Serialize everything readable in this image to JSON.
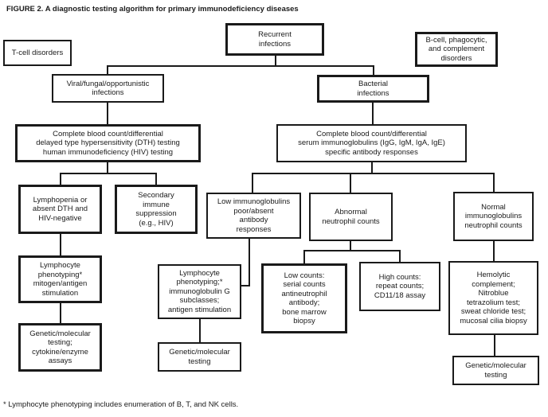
{
  "title": "FIGURE 2. A diagnostic testing algorithm for primary immunodeficiency diseases",
  "footnote": "* Lymphocyte phenotyping includes enumeration of B, T, and NK cells.",
  "colors": {
    "ink": "#1a1a1a",
    "paper": "#ffffff"
  },
  "nodes": {
    "recurrent": {
      "label": "Recurrent\ninfections"
    },
    "tcell": {
      "label": "T-cell disorders"
    },
    "bcell": {
      "label": "B-cell, phagocytic,\nand complement\ndisorders"
    },
    "viral": {
      "label": "Viral/fungal/opportunistic\ninfections"
    },
    "bacterial": {
      "label": "Bacterial\ninfections"
    },
    "cbc_left": {
      "label": "Complete blood count/differential\ndelayed type hypersensitivity (DTH) testing\nhuman immunodeficiency (HIV) testing"
    },
    "cbc_right": {
      "label": "Complete blood count/differential\nserum immunoglobulins (IgG, IgM, IgA, IgE)\nspecific antibody responses"
    },
    "lymphopenia": {
      "label": "Lymphopenia or\nabsent DTH and\nHIV-negative"
    },
    "secondary": {
      "label": "Secondary\nimmune\nsuppression\n(e.g., HIV)"
    },
    "low_ig": {
      "label": "Low immunoglobulins\npoor/absent\nantibody\nresponses"
    },
    "abnormal_neutrophil": {
      "label": "Abnormal\nneutrophil counts"
    },
    "normal_ig": {
      "label": "Normal\nimmunoglobulins\nneutrophil counts"
    },
    "lymphocyte_left": {
      "label": "Lymphocyte\nphenotyping*\nmitogen/antigen\nstimulation"
    },
    "lymphocyte_mid": {
      "label": "Lymphocyte\nphenotyping;*\nimmunoglobulin G\nsubclasses;\nantigen stimulation"
    },
    "low_counts": {
      "label": "Low counts:\nserial counts\nantineutrophil\nantibody;\nbone marrow\nbiopsy"
    },
    "high_counts": {
      "label": "High counts:\nrepeat counts;\nCD11/18 assay"
    },
    "hemolytic": {
      "label": "Hemolytic\ncomplement;\nNitroblue\ntetrazolium test;\nsweat chloride test;\nmucosal cilia biopsy"
    },
    "genetic_left": {
      "label": "Genetic/molecular\ntesting;\ncytokine/enzyme\nassays"
    },
    "genetic_mid": {
      "label": "Genetic/molecular\ntesting"
    },
    "genetic_right": {
      "label": "Genetic/molecular\ntesting"
    }
  }
}
